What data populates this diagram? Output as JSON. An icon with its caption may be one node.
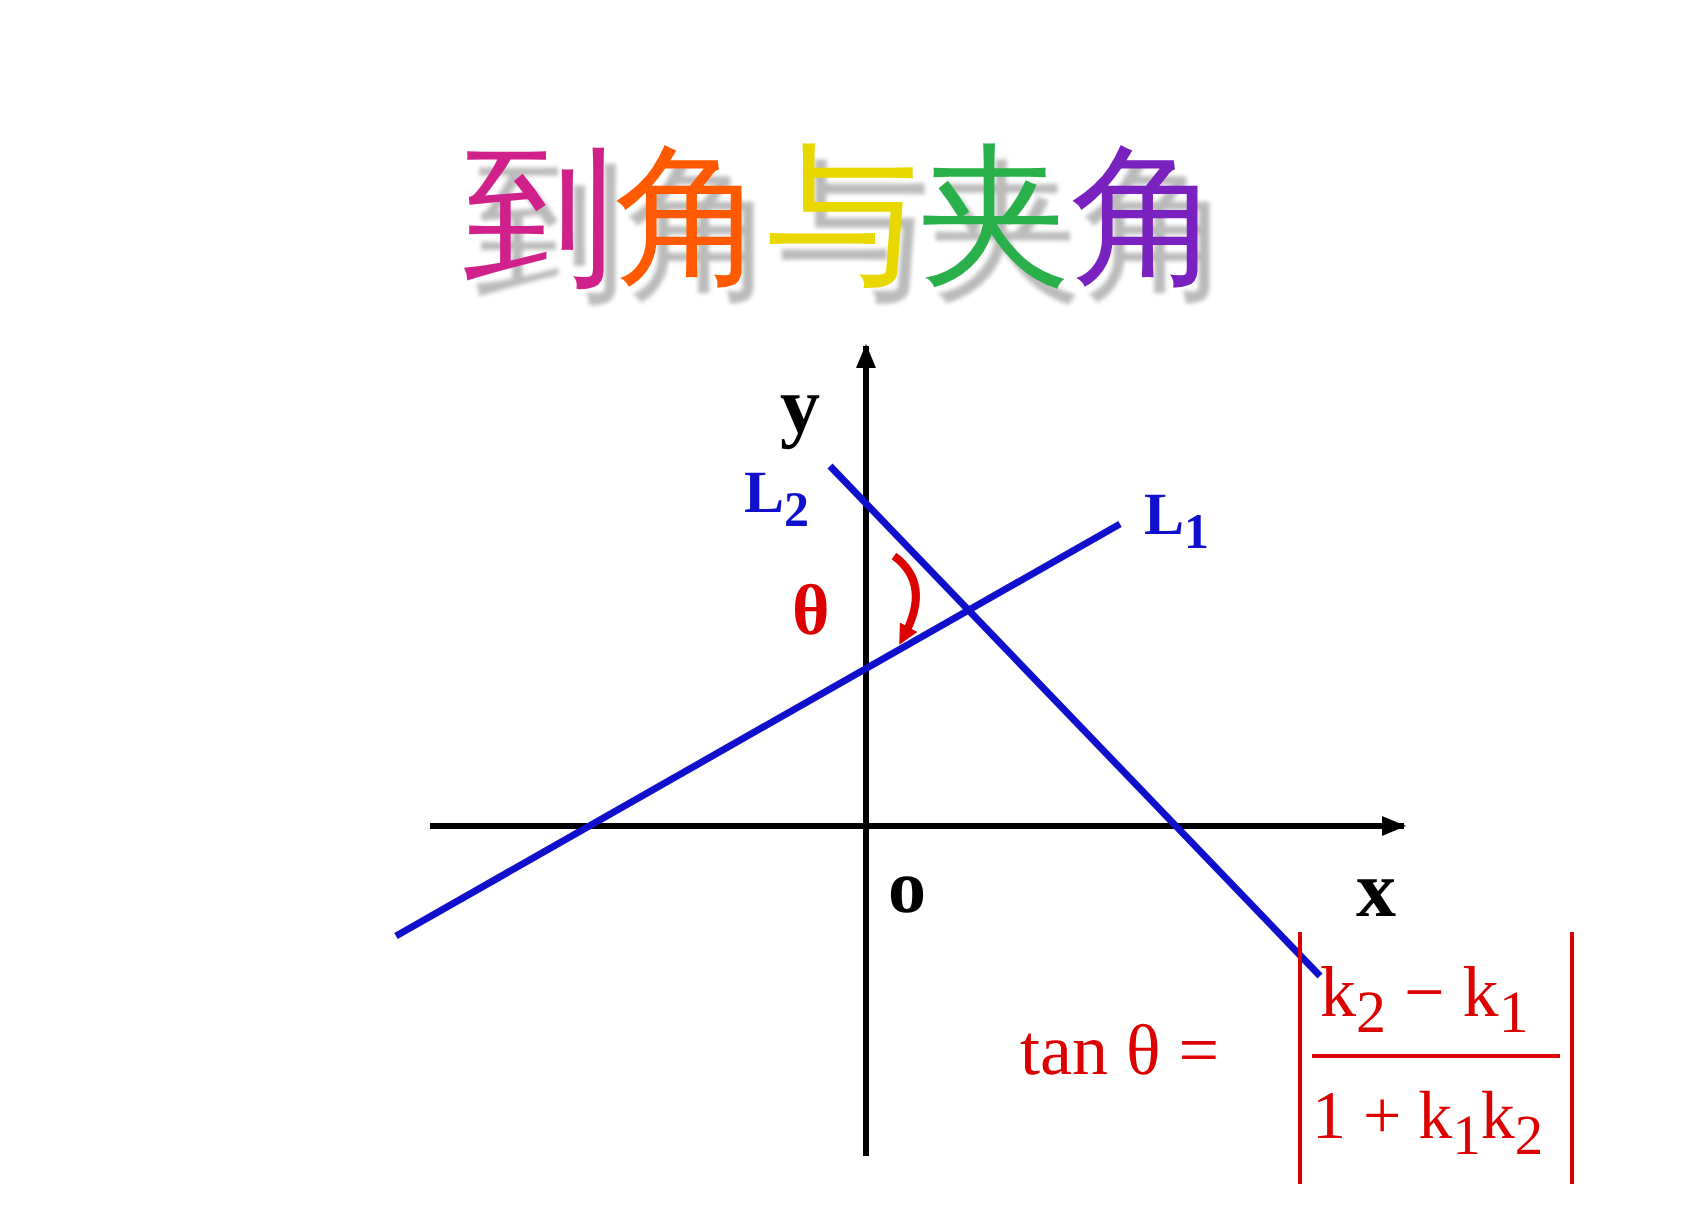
{
  "diagram": {
    "title": "到角与夹角",
    "labels": [
      "y",
      "L$_{2}$",
      "L$_{1}$",
      "θ",
      "o",
      "x",
      "tan θ =",
      "k$_{2}$ − k$_{1}$",
      "1 + k$_{1}$k$_{2}$"
    ]
  }
}
